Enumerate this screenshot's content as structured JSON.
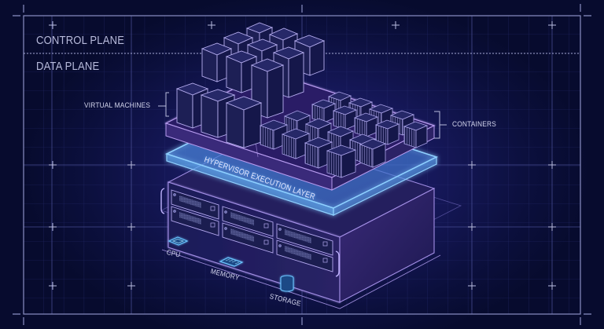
{
  "diagram": {
    "type": "isometric-architecture",
    "planes": {
      "control_plane": "CONTROL PLANE",
      "data_plane": "DATA PLANE"
    },
    "callouts": {
      "virtual_machines": "VIRTUAL MACHINES",
      "containers": "CONTAINERS"
    },
    "layers": {
      "hypervisor": "HYPERVISOR EXECUTION LAYER"
    },
    "resources": [
      {
        "label": "CPU",
        "icon": "cpu-chip-icon"
      },
      {
        "label": "MEMORY",
        "icon": "memory-module-icon"
      },
      {
        "label": "STORAGE",
        "icon": "database-stack-icon"
      }
    ],
    "counts": {
      "virtual_machines": 12,
      "containers": 20,
      "server_drive_bays": 6
    },
    "colors": {
      "background": "#070b2e",
      "grid": "#3a3f86",
      "frame": "#8a8fc4",
      "wireframe_purple": "#a98fe0",
      "glow_blue": "#5fb4ff",
      "label_text": "#c9cbe6"
    }
  }
}
